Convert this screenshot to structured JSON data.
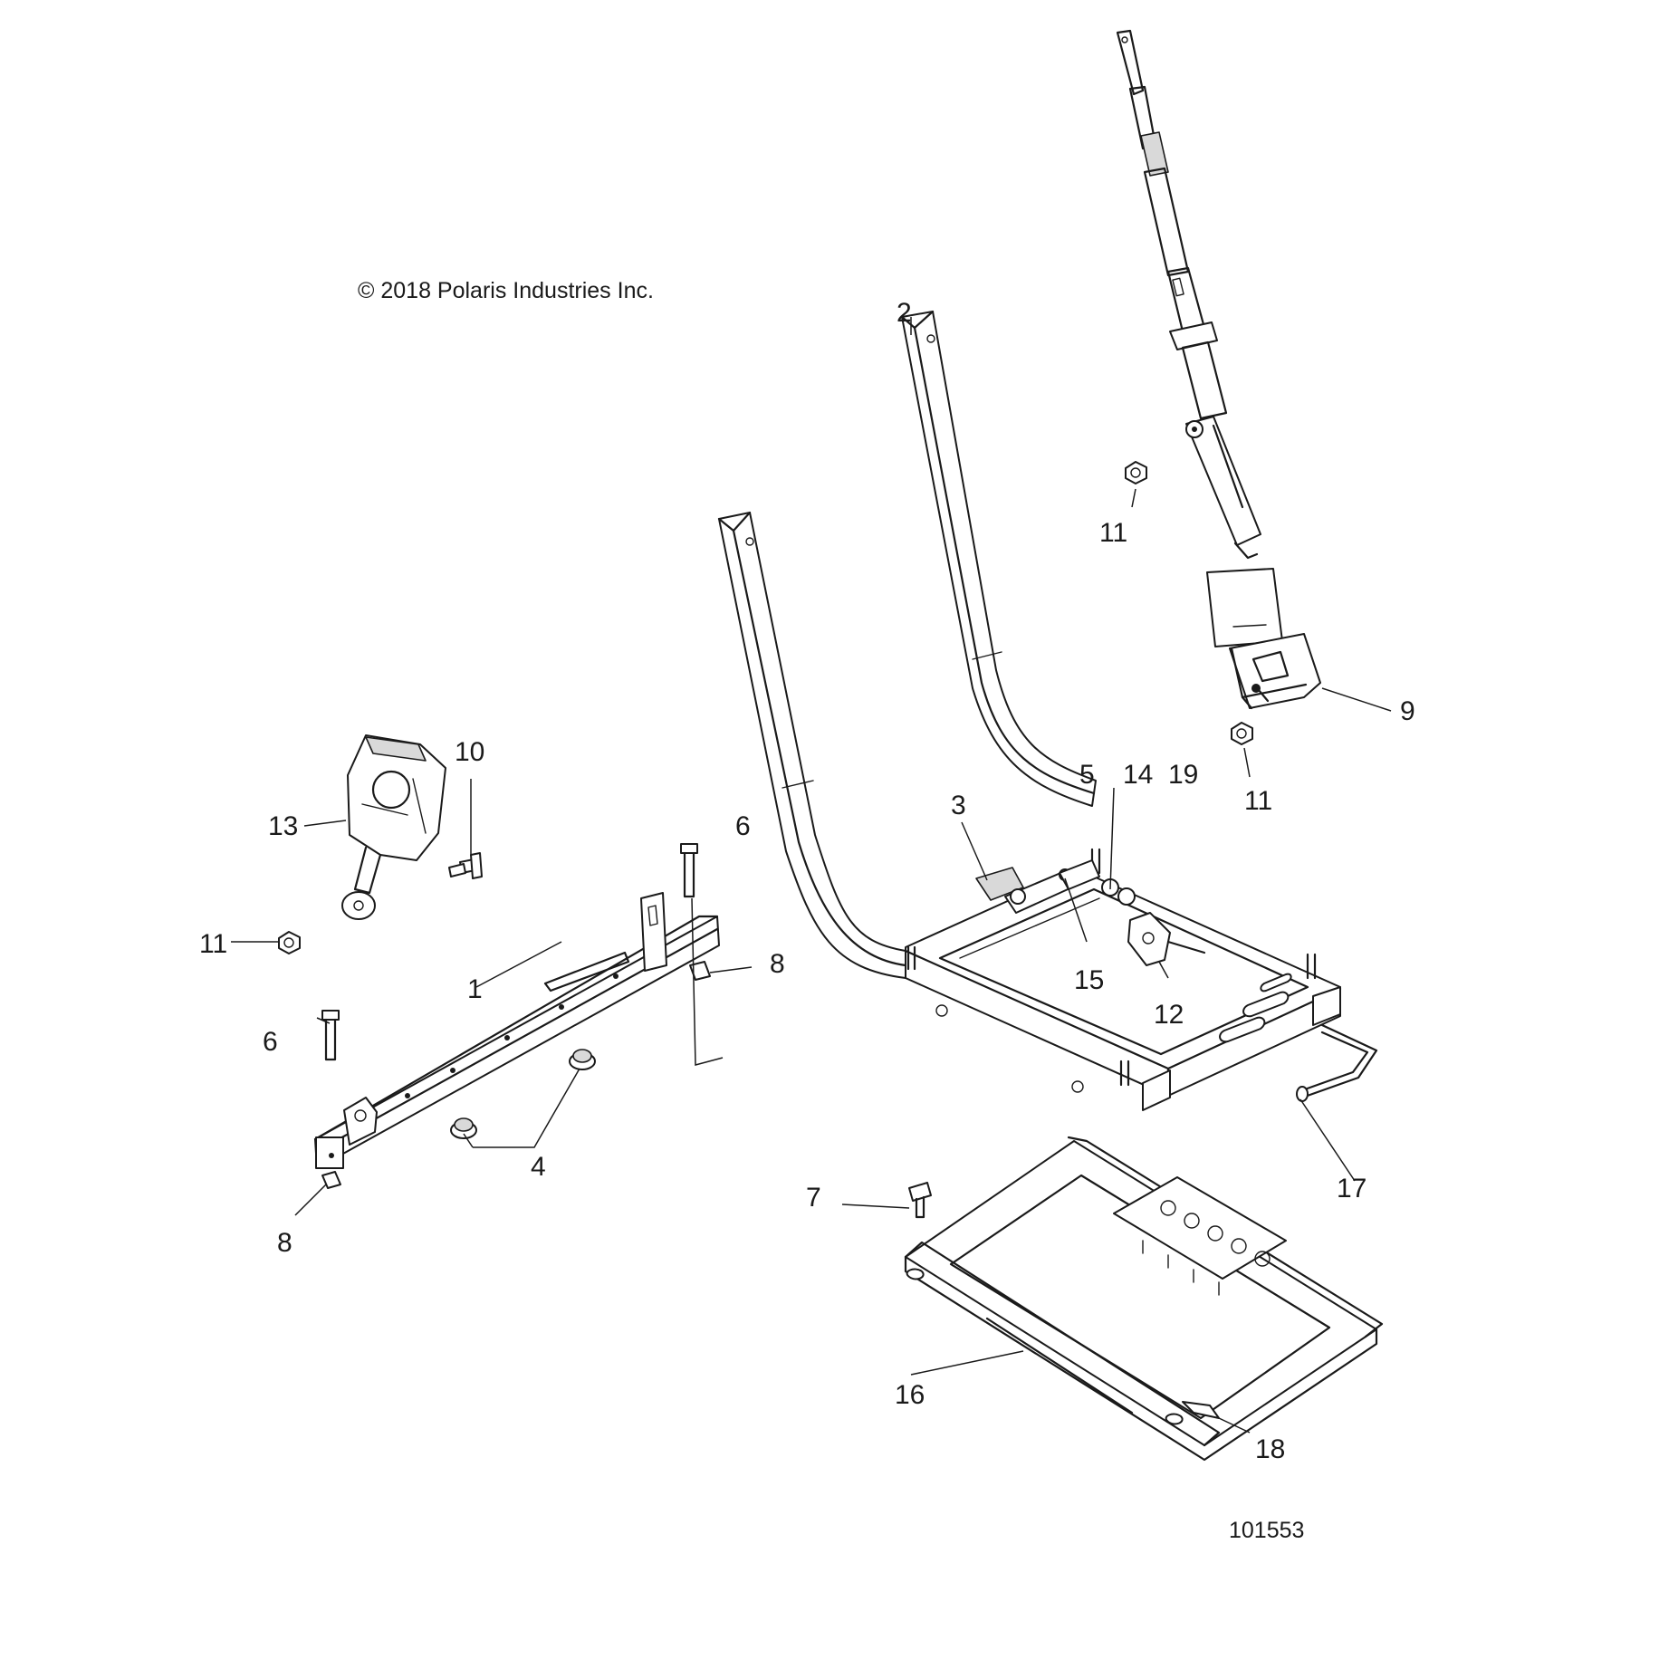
{
  "copyright": "© 2018 Polaris Industries Inc.",
  "figure_number": "101553",
  "callouts": {
    "c1": "1",
    "c2": "2",
    "c3": "3",
    "c4": "4",
    "c5": "5",
    "c6a": "6",
    "c6b": "6",
    "c7": "7",
    "c8a": "8",
    "c8b": "8",
    "c9": "9",
    "c10": "10",
    "c11a": "11",
    "c11b": "11",
    "c11c": "11",
    "c12": "12",
    "c13": "13",
    "c14": "14",
    "c15": "15",
    "c16": "16",
    "c17": "17",
    "c18": "18",
    "c19": "19"
  }
}
